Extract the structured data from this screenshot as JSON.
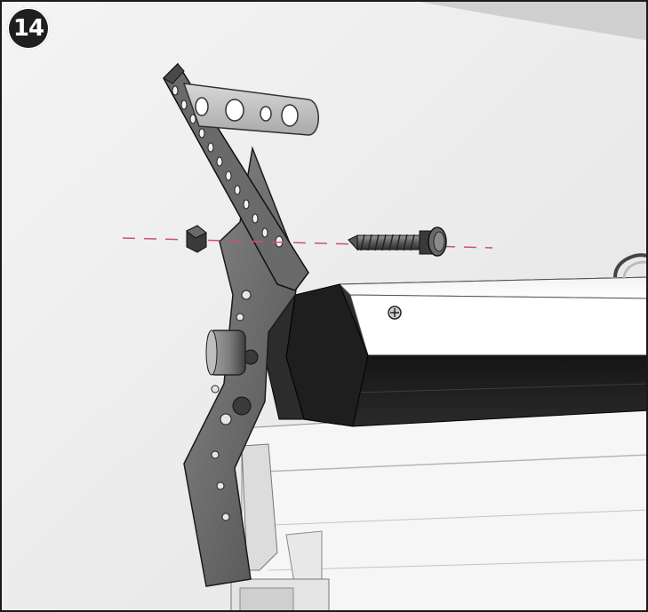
{
  "step": {
    "number": "14"
  },
  "illustration": {
    "parts": [
      "mounting-bracket",
      "perforated-strap",
      "hex-nut",
      "screw",
      "roller-tube",
      "motor-head",
      "cassette-profile"
    ],
    "colors": {
      "background": "#efefef",
      "frame": "#1a1a1a",
      "bracket": "#6e6e6e",
      "tube_dark": "#1b1b1b",
      "tube_light": "#ffffff",
      "axis_line": "#d0506a"
    }
  }
}
